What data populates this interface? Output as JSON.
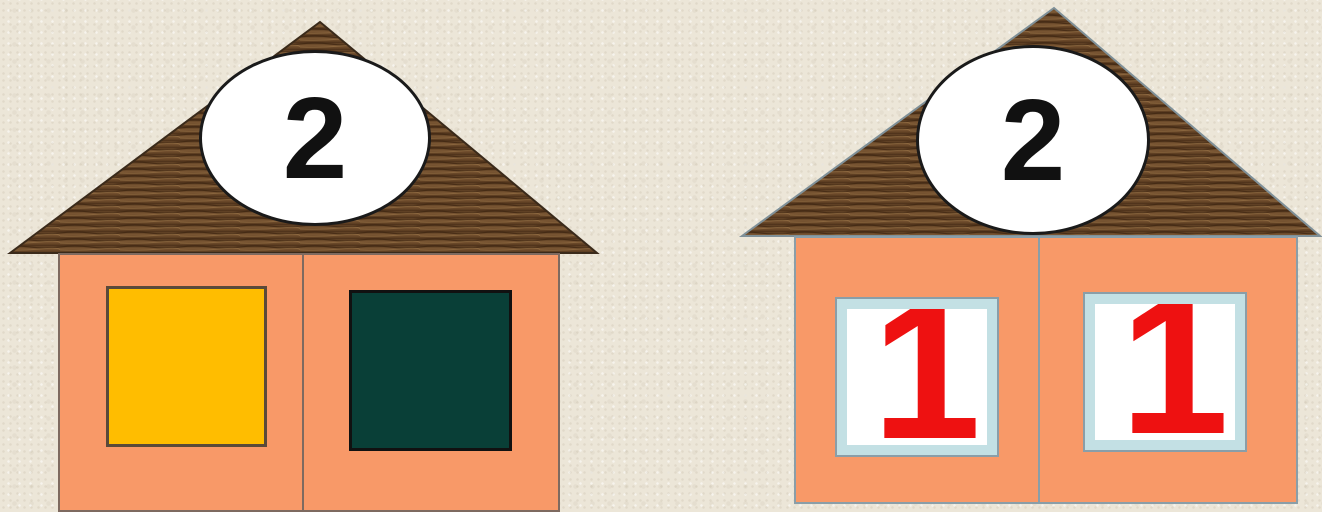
{
  "colors": {
    "wall": "#f89968",
    "roof_wood": "#6b4a2c",
    "window_yellow": "#ffbd00",
    "window_dark_green": "#093f37",
    "number_red": "#ee1111"
  },
  "houses": [
    {
      "roof_number": "2",
      "windows": [
        {
          "type": "color-square",
          "color": "yellow"
        },
        {
          "type": "color-square",
          "color": "dark-green"
        }
      ]
    },
    {
      "roof_number": "2",
      "windows": [
        {
          "type": "number",
          "value": "1"
        },
        {
          "type": "number",
          "value": "1"
        }
      ]
    }
  ]
}
